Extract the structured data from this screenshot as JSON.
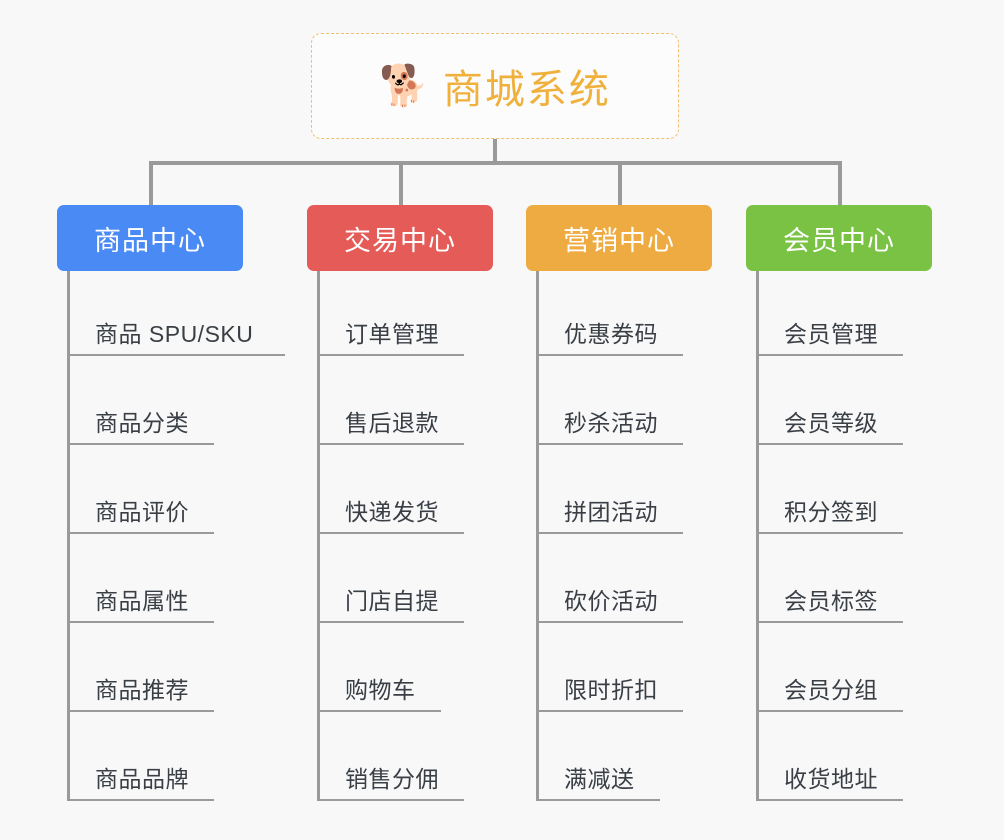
{
  "diagram": {
    "type": "mindmap-tree",
    "background_color": "#f8f8f8",
    "line_color": "#9a9a9a",
    "root": {
      "title": "商城系统",
      "emoji": "🐕",
      "emoji_name": "shiba-dog-face",
      "text_color": "#f0b03c",
      "border_color": "#f0c070",
      "border_style": "dashed",
      "background_color": "#fcfcfc"
    },
    "branches": [
      {
        "id": "product-center",
        "label": "商品中心",
        "color": "#4a8af4",
        "items": [
          "商品 SPU/SKU",
          "商品分类",
          "商品评价",
          "商品属性",
          "商品推荐",
          "商品品牌"
        ]
      },
      {
        "id": "trade-center",
        "label": "交易中心",
        "color": "#e55b57",
        "items": [
          "订单管理",
          "售后退款",
          "快递发货",
          "门店自提",
          "购物车",
          "销售分佣"
        ]
      },
      {
        "id": "marketing-center",
        "label": "营销中心",
        "color": "#eeab41",
        "items": [
          "优惠券码",
          "秒杀活动",
          "拼团活动",
          "砍价活动",
          "限时折扣",
          "满减送"
        ]
      },
      {
        "id": "member-center",
        "label": "会员中心",
        "color": "#79c244",
        "items": [
          "会员管理",
          "会员等级",
          "积分签到",
          "会员标签",
          "会员分组",
          "收货地址"
        ]
      }
    ]
  }
}
